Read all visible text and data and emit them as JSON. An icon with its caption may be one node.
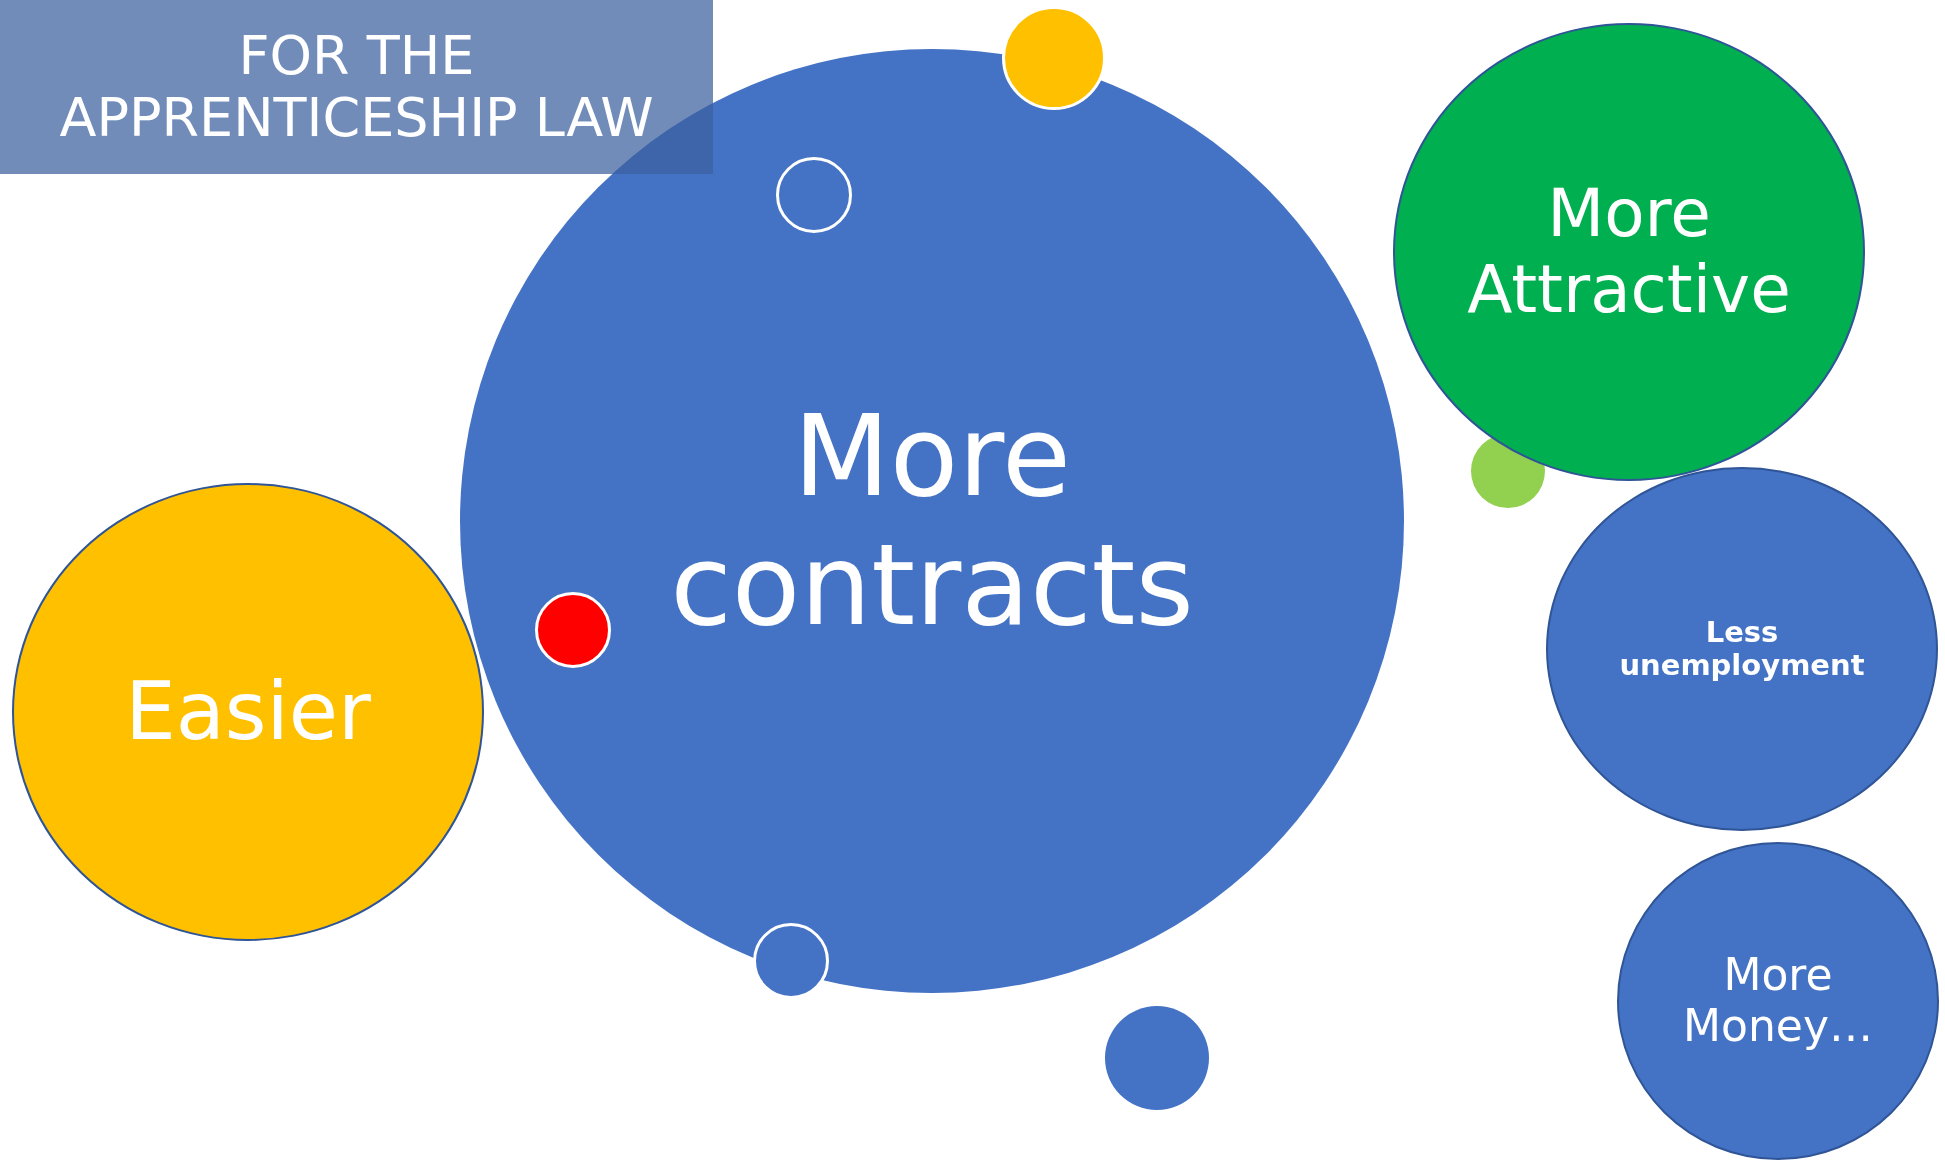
{
  "diagram": {
    "nodes": [
      {
        "text": [
          "FOR THE APPRENTICESHIP LAW"
        ]
      },
      {
        "text": [
          "More contracts"
        ]
      },
      {
        "text": [],
        "shape": "circle",
        "in": 1
      },
      {
        "text": [],
        "shape": "circle",
        "in": 1
      },
      {
        "text": [],
        "shape": "circle"
      },
      {
        "text": [
          "More Attractive"
        ]
      },
      {
        "text": [],
        "shape": "circle"
      },
      {
        "text": [
          "Easier"
        ]
      },
      {
        "text": [
          "Less unemployment"
        ]
      },
      {
        "text": [],
        "shape": "circle"
      },
      {
        "text": [],
        "shape": "circle"
      },
      {
        "text": [
          "More Money…"
        ]
      }
    ]
  }
}
